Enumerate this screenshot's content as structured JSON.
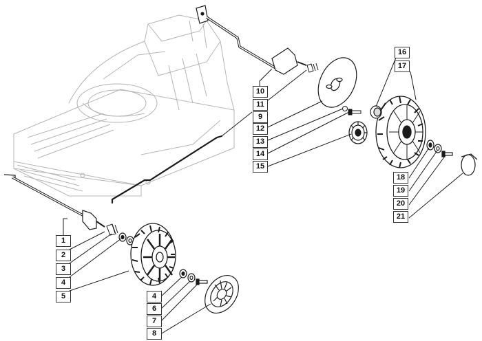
{
  "diagram": {
    "type": "exploded-parts-view",
    "subject": "lawn mower deck with front and rear wheel assemblies",
    "colors": {
      "line": "#1a1a1a",
      "ghost": "#b4b4b4",
      "box_border": "#333333",
      "background": "#ffffff"
    }
  },
  "callouts": {
    "left_column": [
      {
        "id": "c1",
        "label": "1"
      },
      {
        "id": "c2",
        "label": "2"
      },
      {
        "id": "c3",
        "label": "3"
      },
      {
        "id": "c4a",
        "label": "4"
      },
      {
        "id": "c5",
        "label": "5"
      }
    ],
    "bottom_column": [
      {
        "id": "c4b",
        "label": "4"
      },
      {
        "id": "c6",
        "label": "6"
      },
      {
        "id": "c7",
        "label": "7"
      },
      {
        "id": "c8",
        "label": "8"
      }
    ],
    "middle_column": [
      {
        "id": "c10",
        "label": "10"
      },
      {
        "id": "c11",
        "label": "11"
      },
      {
        "id": "c9",
        "label": "9"
      },
      {
        "id": "c12",
        "label": "12"
      },
      {
        "id": "c13",
        "label": "13"
      },
      {
        "id": "c14",
        "label": "14"
      },
      {
        "id": "c15",
        "label": "15"
      }
    ],
    "right_top_column": [
      {
        "id": "c16",
        "label": "16"
      },
      {
        "id": "c17",
        "label": "17"
      }
    ],
    "right_bottom_column": [
      {
        "id": "c18",
        "label": "18"
      },
      {
        "id": "c19",
        "label": "19"
      },
      {
        "id": "c20",
        "label": "20"
      },
      {
        "id": "c21",
        "label": "21"
      }
    ]
  }
}
